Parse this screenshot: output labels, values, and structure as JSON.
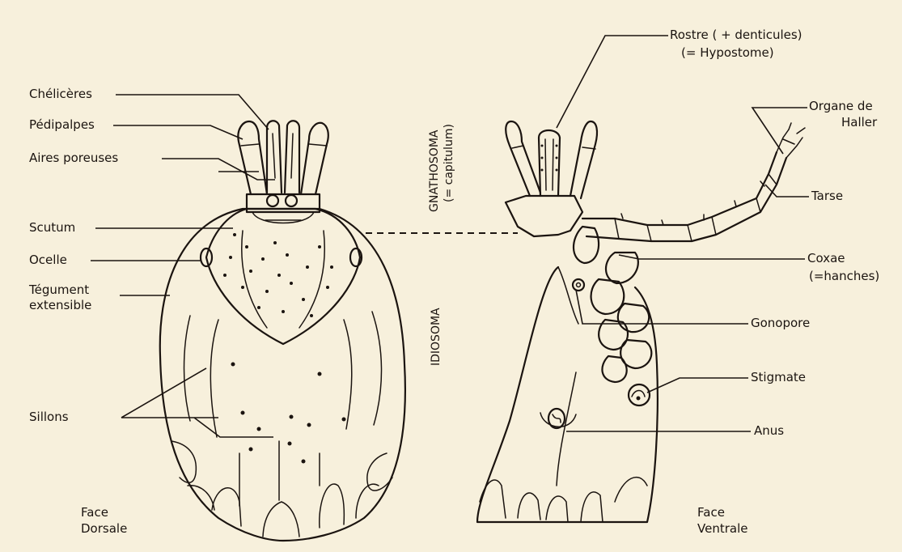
{
  "dorsal": {
    "labels": {
      "cheliceres": "Chélicères",
      "pedipalpes": "Pédipalpes",
      "aires_poreuses": "Aires poreuses",
      "scutum": "Scutum",
      "ocelle": "Ocelle",
      "tegument_line1": "Tégument",
      "tegument_line2": "extensible",
      "sillons": "Sillons"
    },
    "caption_line1": "Face",
    "caption_line2": "Dorsale"
  },
  "center": {
    "gnathosoma_line1": "GNATHOSOMA",
    "gnathosoma_line2": "(= capitulum)",
    "idiosoma": "IDIOSOMA"
  },
  "ventral": {
    "labels": {
      "rostre_line1": "Rostre ( + denticules)",
      "rostre_line2": "(= Hypostome)",
      "haller_line1": "Organe de",
      "haller_line2": "Haller",
      "tarse": "Tarse",
      "coxae_line1": "Coxae",
      "coxae_line2": "(=hanches)",
      "gonopore": "Gonopore",
      "stigmate": "Stigmate",
      "anus": "Anus"
    },
    "caption_line1": "Face",
    "caption_line2": "Ventrale"
  },
  "colors": {
    "paper": "#f7f0dc",
    "ink": "#1b1410"
  }
}
